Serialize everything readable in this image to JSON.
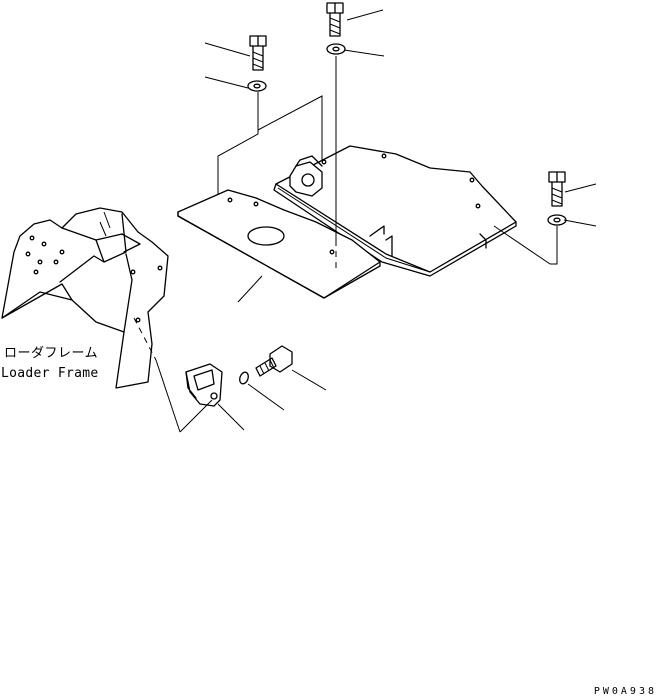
{
  "labels": {
    "loader_frame_jp": "ローダフレーム",
    "loader_frame_en": "Loader Frame"
  },
  "drawing_code": "PW0A938"
}
